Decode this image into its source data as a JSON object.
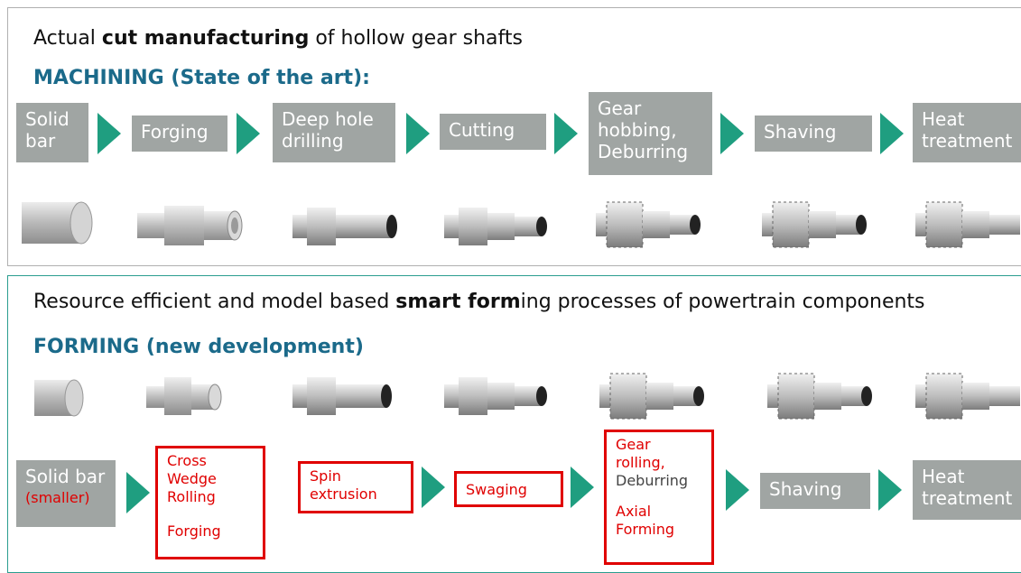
{
  "top": {
    "heading_pre": "Actual ",
    "heading_bold": "cut manufacturing",
    "heading_post": " of hollow gear shafts",
    "subheading": "MACHINING (State of the art):",
    "steps": [
      {
        "line1": "Solid",
        "line2": "bar"
      },
      {
        "line1": "Forging"
      },
      {
        "line1": "Deep hole",
        "line2": "drilling"
      },
      {
        "line1": "Cutting"
      },
      {
        "line1": "Gear",
        "line2": "hobbing,",
        "line3": "Deburring"
      },
      {
        "line1": "Shaving"
      },
      {
        "line1": "Heat",
        "line2": "treatment"
      }
    ]
  },
  "bottom": {
    "heading_pre": "Resource efficient and model based ",
    "heading_bold": "smart form",
    "heading_post": "ing processes of powertrain components",
    "subheading": "FORMING (new development)",
    "steps": [
      {
        "line1": "Solid bar",
        "line2": "(smaller)"
      },
      {
        "line1": "Cross",
        "line2": "Wedge",
        "line3": "Rolling",
        "line4": "Forging"
      },
      {
        "line1": "Spin",
        "line2": "extrusion"
      },
      {
        "line1": "Swaging"
      },
      {
        "line1": "Gear",
        "line2": "rolling,",
        "line3": "Deburring",
        "line4": "Axial",
        "line5": "Forming"
      },
      {
        "line1": "Shaving"
      },
      {
        "line1": "Heat",
        "line2": "treatment"
      }
    ]
  },
  "colors": {
    "arrow": "#1f9e80",
    "box": "#a0a5a3",
    "highlight": "#e00000",
    "subheading": "#1b6a8a"
  }
}
